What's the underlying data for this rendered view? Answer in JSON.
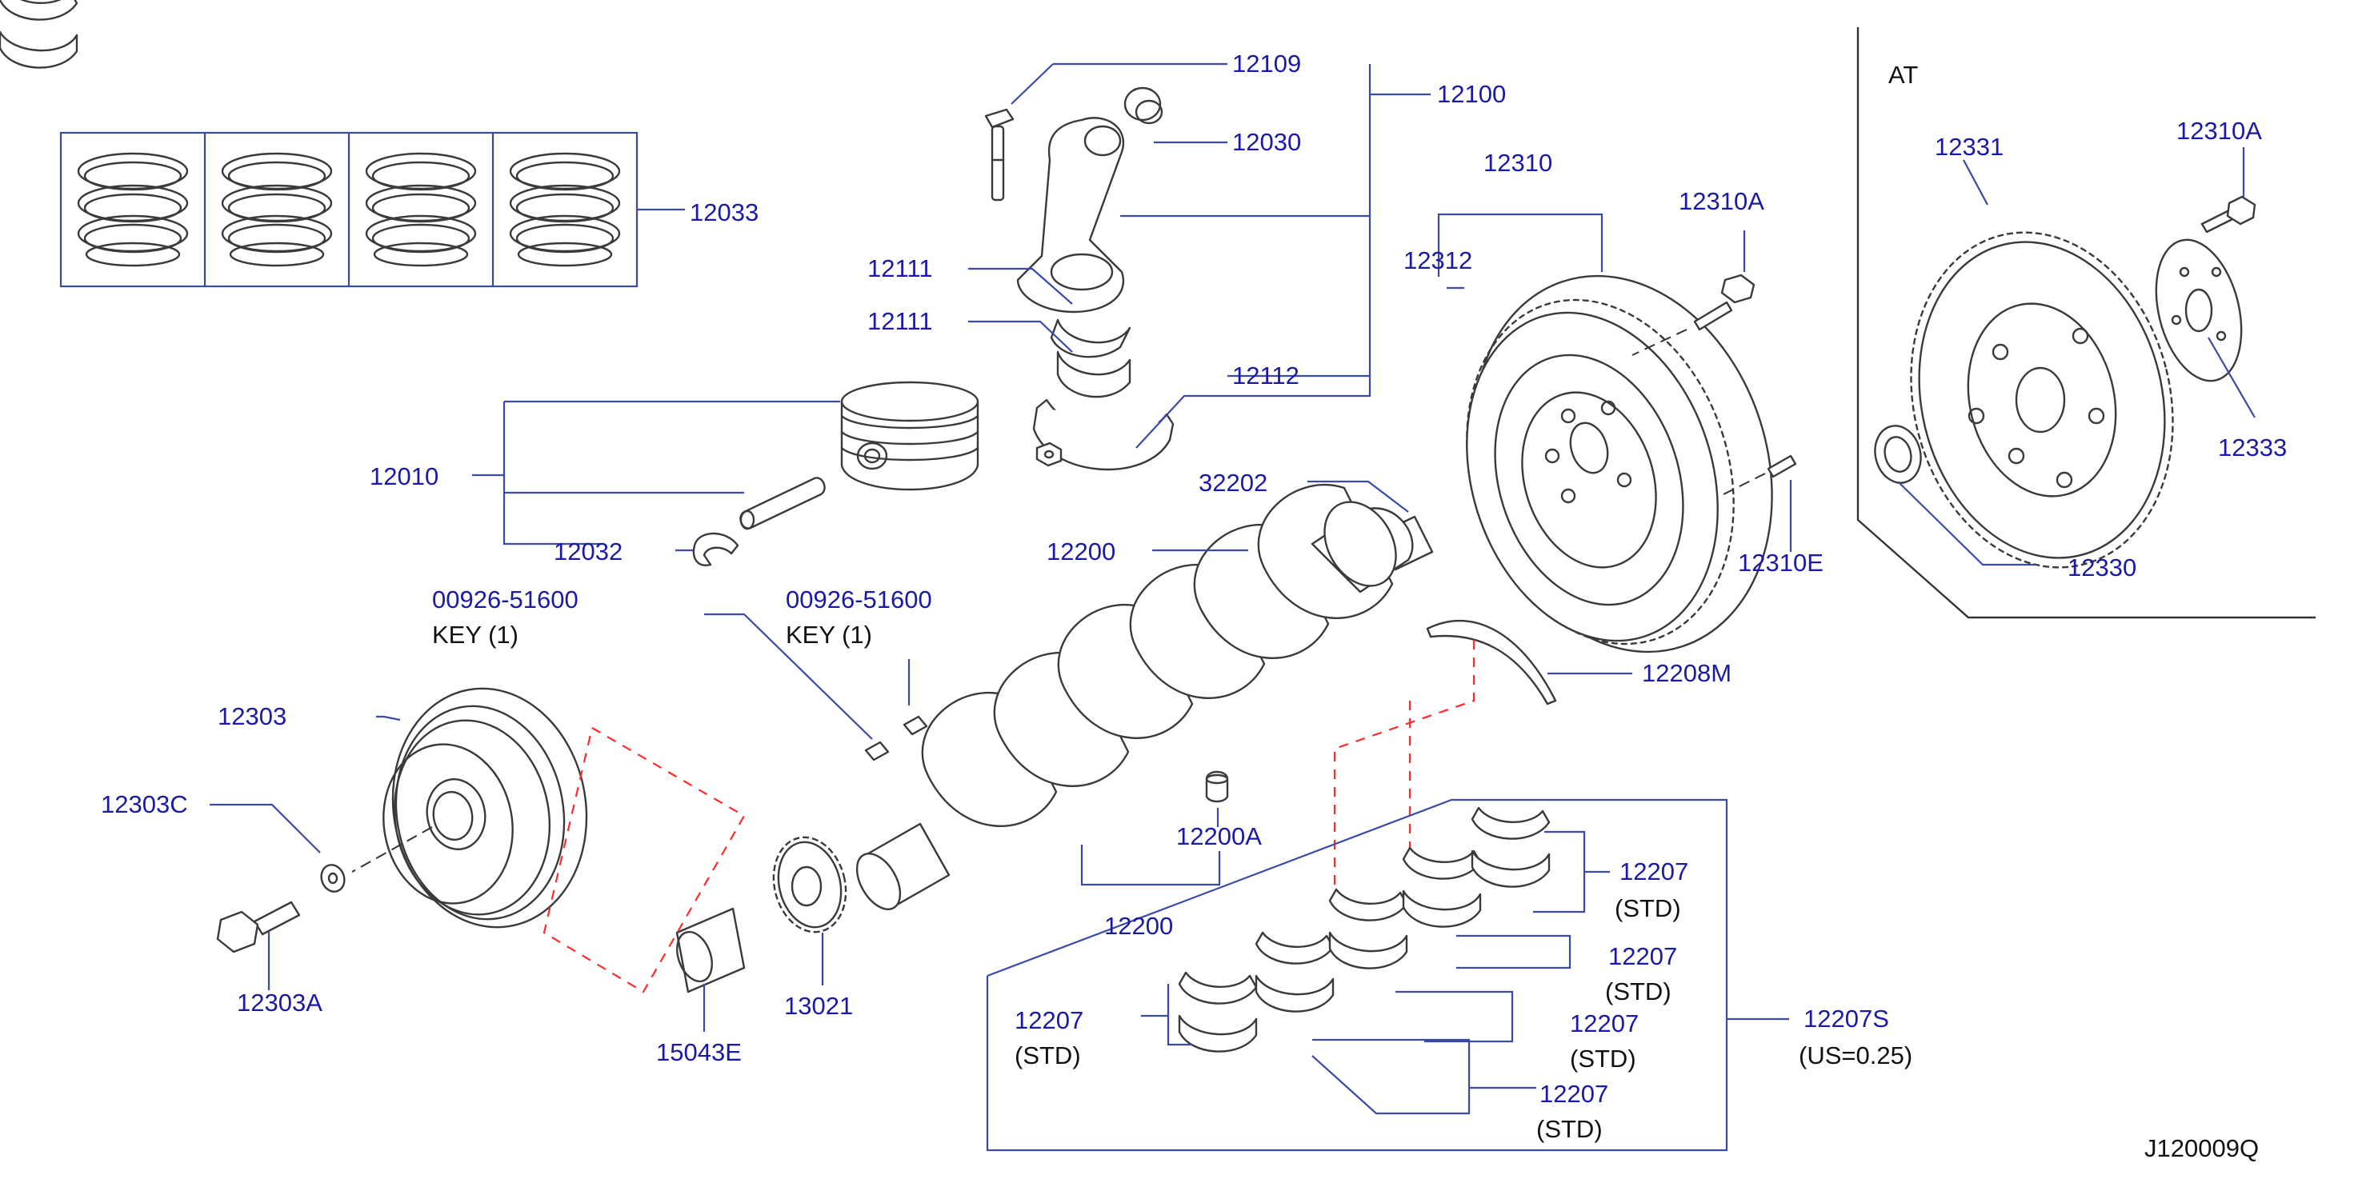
{
  "labels": {
    "p12033": "12033",
    "p12109": "12109",
    "p12100": "12100",
    "p12030": "12030",
    "p12111a": "12111",
    "p12111b": "12111",
    "p12112": "12112",
    "p12310": "12310",
    "p12312": "12312",
    "p12310A_mt": "12310A",
    "p12010": "12010",
    "p12032": "12032",
    "p32202": "32202",
    "p12200_top": "12200",
    "p12310E": "12310E",
    "p00926_left": "00926-51600",
    "key_left": "KEY    (1)",
    "p00926_right": "00926-51600",
    "key_right": "KEY    (1)",
    "p12208M": "12208M",
    "p12303": "12303",
    "p12303C": "12303C",
    "p12303A": "12303A",
    "p12200A": "12200A",
    "p12200_bottom": "12200",
    "p15043E": "15043E",
    "p13021": "13021",
    "p12207_1": "12207",
    "std_1": "(STD)",
    "p12207_2": "12207",
    "std_2": "(STD)",
    "p12207_3": "12207",
    "std_3": "(STD)",
    "p12207_4": "12207",
    "std_4": "(STD)",
    "p12207_5": "12207",
    "std_5": "(STD)",
    "p12207S": "12207S",
    "us025": "(US=0.25)",
    "at": "AT",
    "p12331": "12331",
    "p12310A_at": "12310A",
    "p12333": "12333",
    "p12330": "12330",
    "ref_code": "J120009Q"
  },
  "colors": {
    "label": "#1a1aa6",
    "leader": "#3a4aa8",
    "part_line": "#3a3a3a",
    "dashed_guide": "#ff2a2a"
  }
}
